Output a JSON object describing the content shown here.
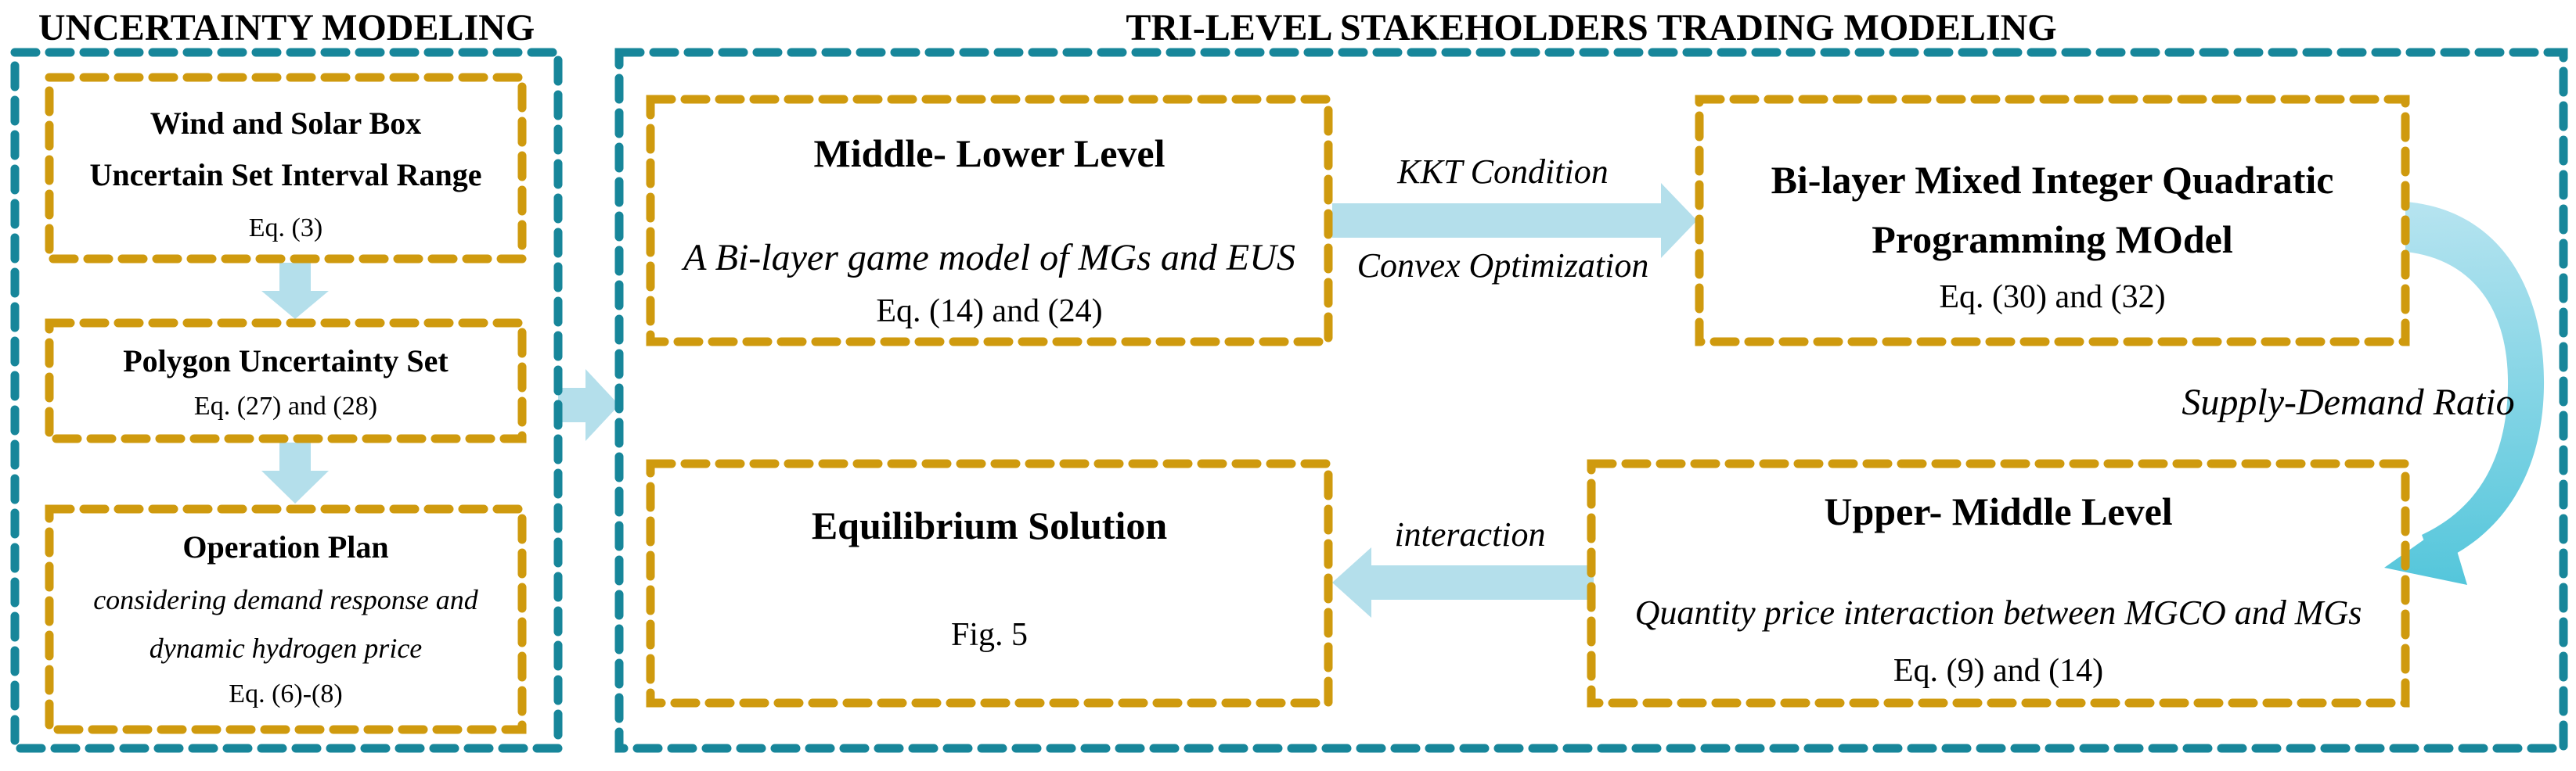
{
  "left": {
    "title": "UNCERTAINTY MODELING",
    "boxes": [
      {
        "name": "wind-solar-box",
        "lines": [
          {
            "text": "Wind and Solar Box"
          },
          {
            "text": "Uncertain Set Interval Range"
          },
          {
            "text": "Eq. (3)"
          }
        ]
      },
      {
        "name": "polygon-uncertainty-set",
        "lines": [
          {
            "text": "Polygon Uncertainty Set"
          },
          {
            "text": "Eq. (27) and (28)"
          }
        ]
      },
      {
        "name": "operation-plan",
        "lines": [
          {
            "text": "Operation Plan"
          },
          {
            "text": "considering demand response and"
          },
          {
            "text": "dynamic hydrogen price"
          },
          {
            "text": "Eq. (6)-(8)"
          }
        ]
      }
    ]
  },
  "right": {
    "title": "TRI-LEVEL STAKEHOLDERS TRADING MODELING",
    "boxes": [
      {
        "name": "middle-lower-level",
        "lines": [
          {
            "text": "Middle- Lower Level"
          },
          {
            "text": "A Bi-layer game model of MGs and EUS"
          },
          {
            "text": "Eq. (14) and (24)"
          }
        ]
      },
      {
        "name": "bi-layer-miqp-model",
        "lines": [
          {
            "text": "Bi-layer Mixed Integer Quadratic"
          },
          {
            "text": "Programming MOdel"
          },
          {
            "text": "Eq. (30) and (32)"
          }
        ]
      },
      {
        "name": "equilibrium-solution",
        "lines": [
          {
            "text": "Equilibrium Solution"
          },
          {
            "text": "Fig. 5"
          }
        ]
      },
      {
        "name": "upper-middle-level",
        "lines": [
          {
            "text": "Upper- Middle Level"
          },
          {
            "text": "Quantity price interaction between MGCO and MGs"
          },
          {
            "text": "Eq. (9) and (14)"
          }
        ]
      }
    ]
  },
  "arrow_labels": {
    "kkt": "KKT Condition",
    "convex": "Convex Optimization",
    "supply_demand": "Supply-Demand Ratio",
    "interaction": "interaction"
  },
  "colors": {
    "teal_border": "#17869A",
    "orange_border": "#CF9A0E",
    "arrow_fill": "#B4DFEB",
    "curved_arrow_start": "#B7E4F0",
    "curved_arrow_end": "#54C6DB",
    "text": "#000000",
    "background": "#FFFFFF"
  }
}
